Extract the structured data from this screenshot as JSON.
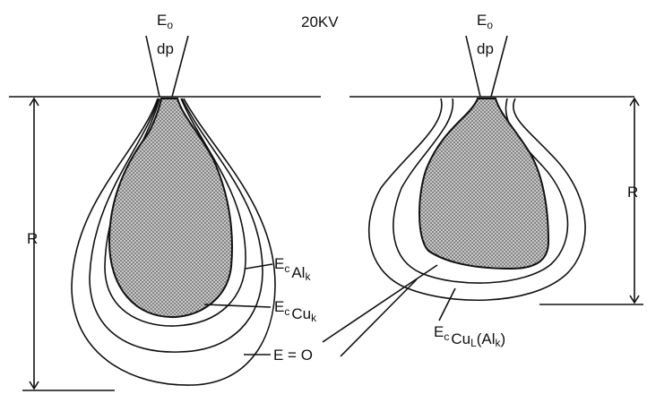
{
  "header": {
    "voltage": "20KV"
  },
  "beam_left": {
    "energy_main": "E",
    "energy_sub": "o",
    "probe": "dp"
  },
  "beam_right": {
    "energy_main": "E",
    "energy_sub": "o",
    "probe": "dp"
  },
  "left_diagram": {
    "range_label": "R",
    "label_al": {
      "main": "E",
      "sub1": "c",
      "sub2": "Al",
      "sub3": "k"
    },
    "label_cu": {
      "main": "E",
      "sub1": "c",
      "sub2": "Cu",
      "sub3": "k"
    },
    "label_zero": "E = O"
  },
  "right_diagram": {
    "range_label": "R",
    "label_cul": {
      "main": "E",
      "sub1": "c",
      "sub2": "Cu",
      "sub3": "L",
      "sub4": "(Al",
      "sub5": "k",
      "sub6": ")"
    }
  },
  "colors": {
    "ink": "#111111",
    "background": "#ffffff"
  }
}
